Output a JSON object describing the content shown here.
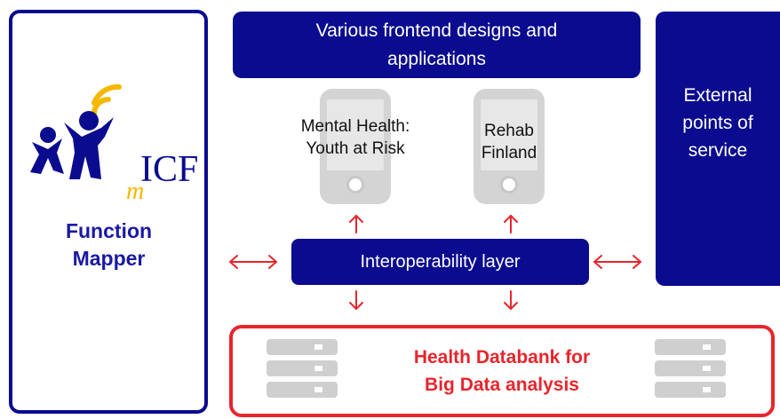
{
  "left_panel": {
    "logo_text_m": "m",
    "logo_text_icf": "ICF",
    "title_line1": "Function",
    "title_line2": "Mapper"
  },
  "frontend": {
    "line1": "Various frontend designs and",
    "line2": "applications"
  },
  "apps": [
    {
      "line1": "Mental Health:",
      "line2": "Youth at Risk"
    },
    {
      "line1": "Rehab",
      "line2": "Finland"
    }
  ],
  "external": {
    "line1": "External",
    "line2": "points of",
    "line3": "service"
  },
  "interop": {
    "label": "Interoperability layer"
  },
  "databank": {
    "line1": "Health Databank for",
    "line2": "Big Data analysis"
  },
  "colors": {
    "navy": "#0b0b8f",
    "red": "#e8252c",
    "logo_yellow": "#f5b800",
    "gray": "#d4d4d4"
  },
  "icons": [
    "micf-logo-icon",
    "smartphone-icon",
    "server-stack-icon",
    "double-arrow-icon",
    "arrow-up-icon",
    "arrow-down-icon"
  ]
}
